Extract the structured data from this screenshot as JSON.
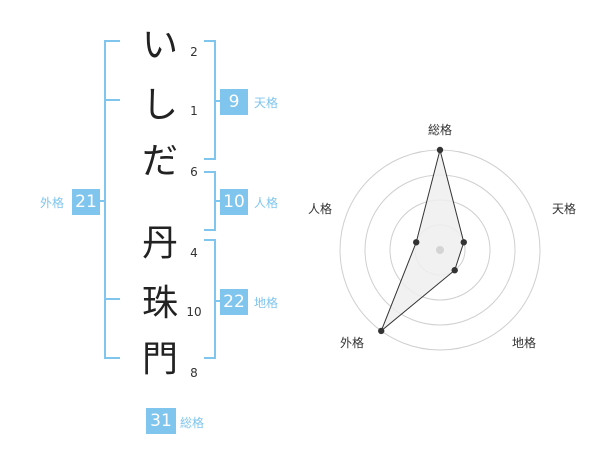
{
  "name": {
    "characters": [
      {
        "char": "い",
        "strokes": "2"
      },
      {
        "char": "し",
        "strokes": "1"
      },
      {
        "char": "だ",
        "strokes": "6"
      },
      {
        "char": "丹",
        "strokes": "4"
      },
      {
        "char": "珠",
        "strokes": "10"
      },
      {
        "char": "門",
        "strokes": "8"
      }
    ]
  },
  "fortune": {
    "tenkaku": {
      "value": "9",
      "label": "天格"
    },
    "jinkaku": {
      "value": "10",
      "label": "人格"
    },
    "chikaku": {
      "value": "22",
      "label": "地格"
    },
    "gaikaku": {
      "value": "21",
      "label": "外格"
    },
    "soukaku": {
      "value": "31",
      "label": "総格"
    }
  },
  "chart_data": {
    "type": "radar",
    "axes": [
      "総格",
      "天格",
      "地格",
      "外格",
      "人格"
    ],
    "values": [
      4,
      1,
      1,
      4,
      1
    ],
    "range": [
      0,
      4
    ],
    "rings": 4,
    "grid": true
  },
  "colors": {
    "accent": "#7fc5ee",
    "text": "#222222",
    "grid": "#cfcfcf",
    "radar_fill": "#eeeeee",
    "radar_line": "#333333"
  }
}
